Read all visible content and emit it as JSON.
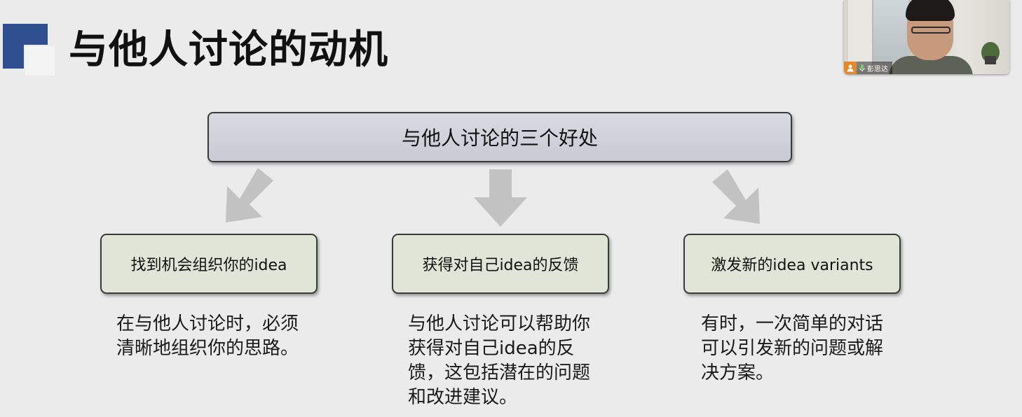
{
  "slide": {
    "title": "与他人讨论的动机",
    "summary_box": "与他人讨论的三个好处",
    "items": [
      {
        "heading": "找到机会组织你的idea",
        "description": "在与他人讨论时，必须清晰地组织你的思路。"
      },
      {
        "heading": "获得对自己idea的反馈",
        "description": "与他人讨论可以帮助你获得对自己idea的反馈，这包括潜在的问题和改进建议。"
      },
      {
        "heading": "激发新的idea variants",
        "description": "有时，一次简单的对话可以引发新的问题或解决方案。"
      }
    ],
    "colors": {
      "background": "#ebebeb",
      "logo_blue": "#2f4f8f",
      "top_box": "#cfd2da",
      "item_box": "#dfe6d7",
      "arrow": "#c2c2c2"
    }
  },
  "video": {
    "participant_name": "彭思达",
    "icons": [
      "user-avatar-icon",
      "microphone-icon"
    ]
  }
}
